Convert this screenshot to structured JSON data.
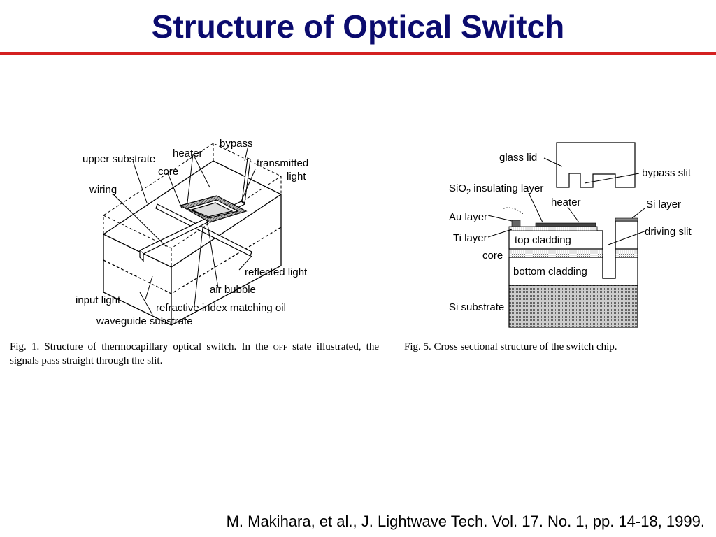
{
  "slide": {
    "title": "Structure of Optical Switch",
    "citation": "M. Makihara, et al., J. Lightwave Tech. Vol. 17. No. 1, pp. 14-18, 1999."
  },
  "colors": {
    "title": "#0b0b6e",
    "rule": "#d42020"
  },
  "figure1": {
    "labels": {
      "upper_substrate": "upper substrate",
      "heater": "heater",
      "bypass": "bypass",
      "core": "core",
      "transmitted": "transmitted",
      "light": "light",
      "wiring": "wiring",
      "reflected_light": "reflected light",
      "air_bubble": "air bubble",
      "input_light": "input light",
      "matching_oil": "refractive index matching oil",
      "waveguide_substrate": "waveguide substrate"
    },
    "caption": {
      "prefix": "Fig. 1.   Structure of thermocapillary optical switch. In the ",
      "smallcaps": "off",
      "suffix": " state illustrated, the signals pass straight through the slit."
    }
  },
  "figure5": {
    "labels": {
      "glass_lid": "glass lid",
      "bypass_slit": "bypass slit",
      "sio2_main": "SiO",
      "sio2_sub": "2",
      "sio2_rest": " insulating layer",
      "heater": "heater",
      "si_layer": "Si layer",
      "au_layer": "Au layer",
      "driving_slit": "driving slit",
      "ti_layer": "Ti layer",
      "top_cladding": "top cladding",
      "core": "core",
      "bottom_cladding": "bottom cladding",
      "si_substrate": "Si substrate"
    },
    "caption": "Fig. 5.   Cross sectional structure of the switch chip."
  }
}
